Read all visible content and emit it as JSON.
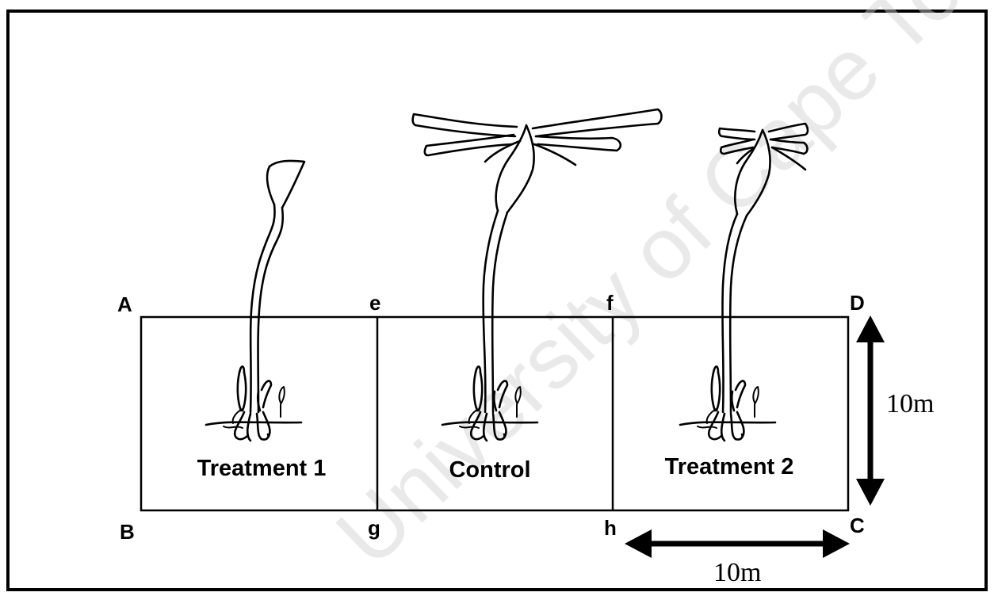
{
  "corners": {
    "A": "A",
    "B": "B",
    "C": "C",
    "D": "D",
    "e": "e",
    "f": "f",
    "g": "g",
    "h": "h"
  },
  "plots": [
    {
      "label": "Treatment 1"
    },
    {
      "label": "Control"
    },
    {
      "label": "Treatment 2"
    }
  ],
  "dimensions": {
    "vertical": "10m",
    "horizontal": "10m"
  },
  "watermark": "University of Cape Town",
  "icons": {
    "plant_treatment_1": "plant-with-leaf-removed-icon",
    "plant_control": "plant-with-full-leaves-icon",
    "plant_treatment_2": "plant-with-clipped-leaves-icon",
    "arrow_vertical": "double-headed-arrow-icon",
    "arrow_horizontal": "double-headed-arrow-icon"
  }
}
